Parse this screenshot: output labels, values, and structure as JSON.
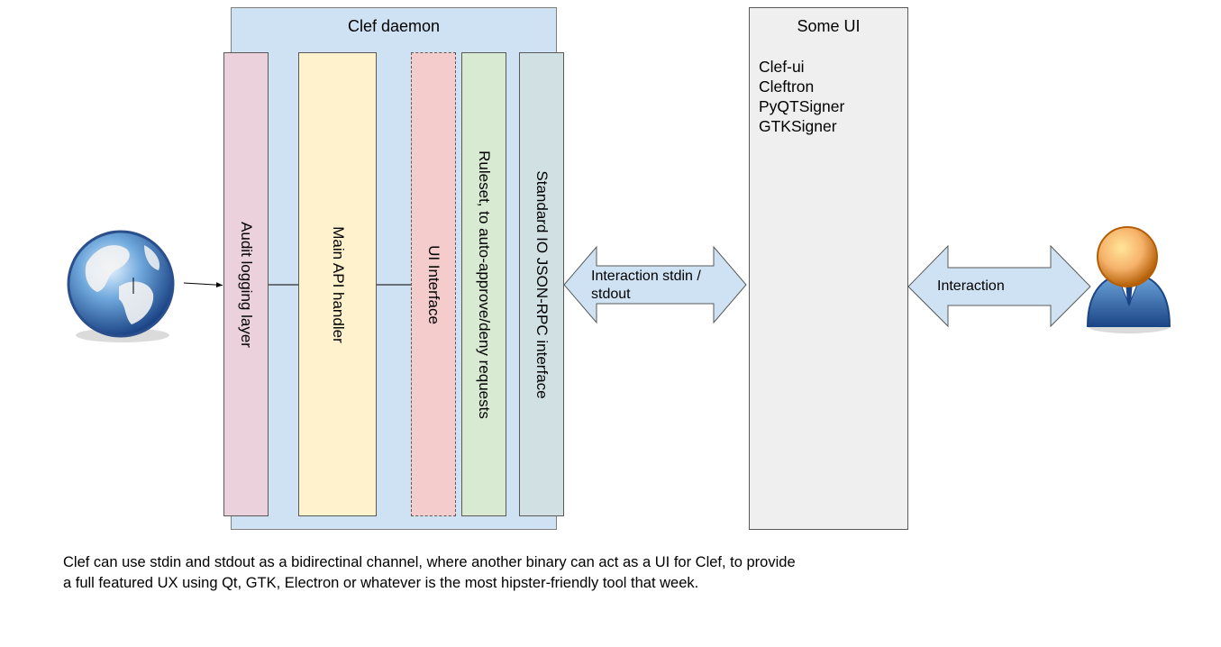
{
  "daemon": {
    "title": "Clef daemon",
    "layers": {
      "audit": "Audit logging layer",
      "api": "Main API handler",
      "ui_interface": "UI Interface",
      "ruleset": "Ruleset, to auto-approve/deny requests",
      "stdio": "Standard IO JSON-RPC interface"
    }
  },
  "some_ui": {
    "title": "Some UI",
    "items": [
      "Clef-ui",
      "Cleftron",
      "PyQTSigner",
      "GTKSigner"
    ]
  },
  "arrows": {
    "stdio_label": "Interaction stdin / stdout",
    "user_label": "Interaction"
  },
  "icons": {
    "left": "globe-icon",
    "right": "user-icon"
  },
  "colors": {
    "daemon": "#cfe2f3",
    "audit": "#ead1dc",
    "api": "#fff2cc",
    "ui_interface": "#f4cccc",
    "ruleset": "#d9ead3",
    "stdio": "#d0e0e3",
    "some_ui": "#efefef",
    "arrow": "#cfe2f3"
  },
  "caption": "Clef can use stdin and stdout as a bidirectinal channel, where another binary can act as a UI for Clef, to provide a full featured UX using Qt, GTK, Electron or whatever is the most hipster-friendly tool that week."
}
